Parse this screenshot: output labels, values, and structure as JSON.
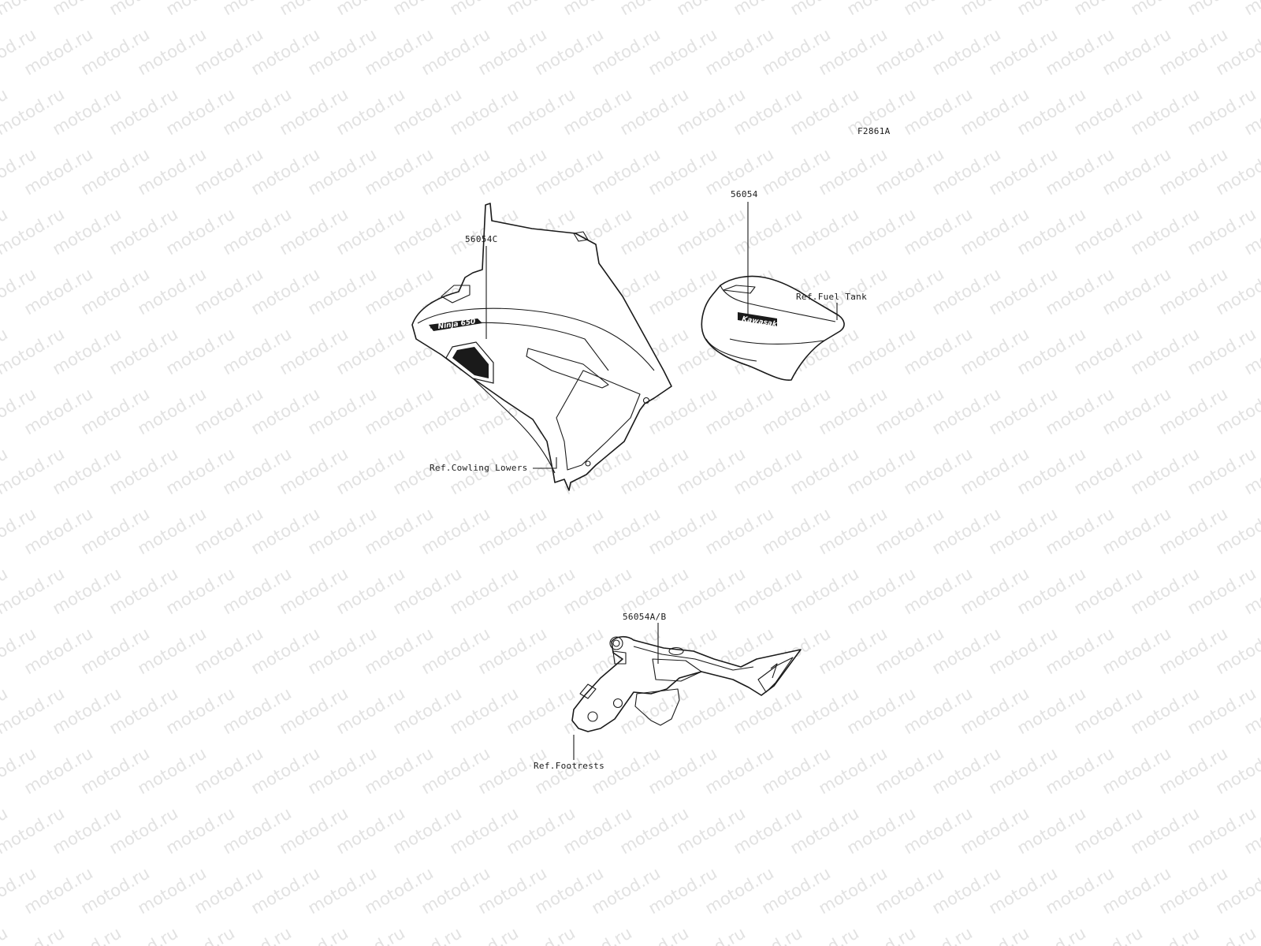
{
  "watermark": {
    "text": "motod.ru"
  },
  "figure_code": "F2861A",
  "parts": {
    "upper_cowling": {
      "part_number": "56054C",
      "ref_label": "Ref.Cowling Lowers",
      "decal_text": "Ninja 650"
    },
    "fuel_tank": {
      "part_number": "56054",
      "ref_label": "Ref.Fuel Tank",
      "decal_text": "Kawasaki"
    },
    "footrest_bracket": {
      "part_number": "56054A/B",
      "ref_label": "Ref.Footrests"
    }
  },
  "colors": {
    "line": "#1a1a1a",
    "watermark": "#e2e2e2",
    "background": "#ffffff"
  }
}
